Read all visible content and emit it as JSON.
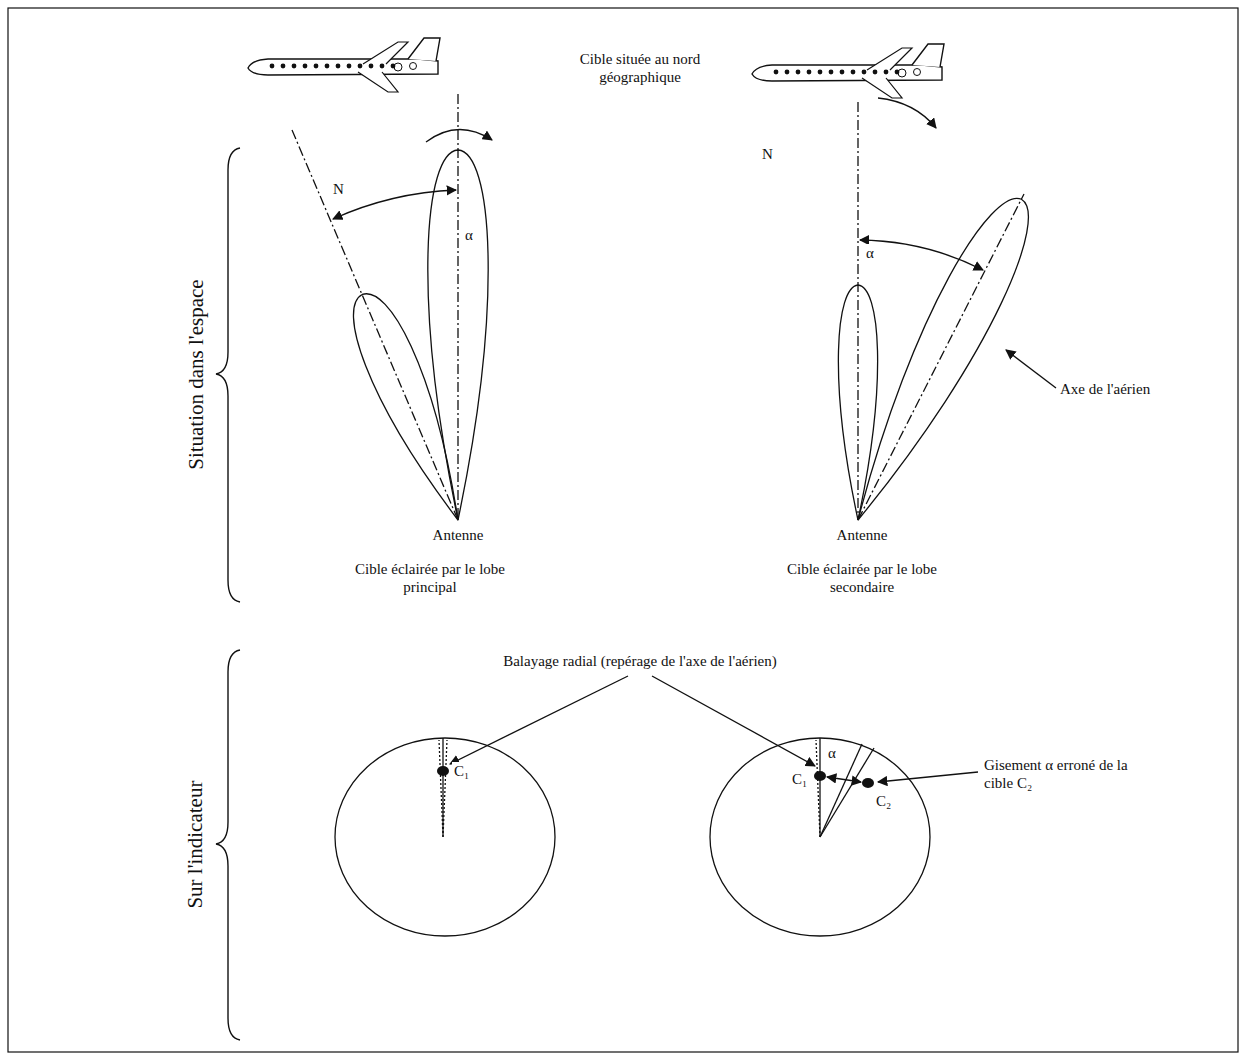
{
  "diagram": {
    "labels": [
      "Cible située au nord géographique",
      "N",
      "α",
      "N",
      "α",
      "Situation dans l'espace",
      "Antenne",
      "Antenne",
      "Cible éclairée par le lobe principal",
      "Cible éclairée par le lobe secondaire",
      "Axe de l'aérien",
      "Balayage radial (repérage de l'axe de l'aérien)",
      "Sur l'indicateur",
      "C₁",
      "C₁",
      "α",
      "C₂",
      "Gisement α erroné de la cible C₂"
    ]
  }
}
